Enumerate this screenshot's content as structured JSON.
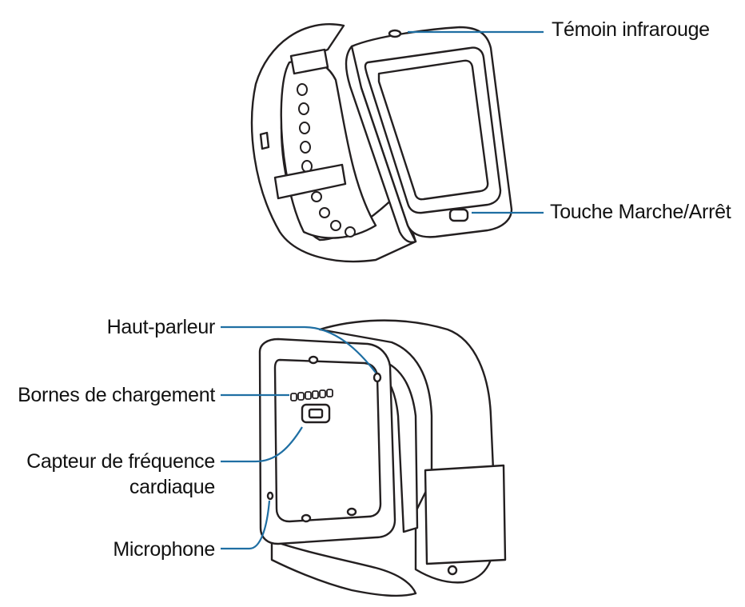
{
  "colors": {
    "leader": "#1f6fa3",
    "outline": "#231f20",
    "fill": "#ffffff"
  },
  "labels": {
    "infrared": "Témoin infrarouge",
    "power_key": "Touche Marche/Arrêt",
    "speaker": "Haut-parleur",
    "charging": "Bornes de chargement",
    "heart_line1": "Capteur de fréquence",
    "heart_line2": "cardiaque",
    "microphone": "Microphone"
  }
}
